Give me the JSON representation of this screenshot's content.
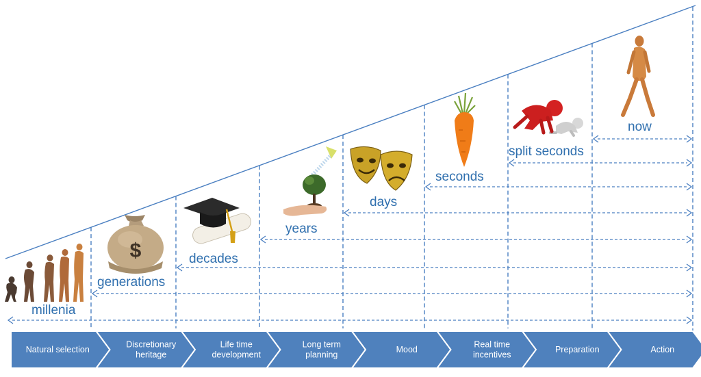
{
  "colors": {
    "line": "#4a7fc1",
    "label": "#2f6fae",
    "chevron": "#4f81bd",
    "chevron_text": "#ffffff"
  },
  "scale": {
    "labels": [
      "millenia",
      "generations",
      "decades",
      "years",
      "days",
      "seconds",
      "split seconds",
      "now"
    ]
  },
  "chevrons": {
    "items": [
      [
        "Natural selection"
      ],
      [
        "Discretionary",
        "heritage"
      ],
      [
        "Life time",
        "development"
      ],
      [
        "Long term",
        "planning"
      ],
      [
        "Mood"
      ],
      [
        "Real time",
        "incentives"
      ],
      [
        "Preparation"
      ],
      [
        "Action"
      ]
    ]
  },
  "icons": [
    "evolution-figures-icon",
    "money-bag-icon",
    "graduation-cap-diploma-icon",
    "plant-watering-icon",
    "theatre-masks-icon",
    "carrot-icon",
    "sprinter-figures-icon",
    "walking-man-icon"
  ]
}
